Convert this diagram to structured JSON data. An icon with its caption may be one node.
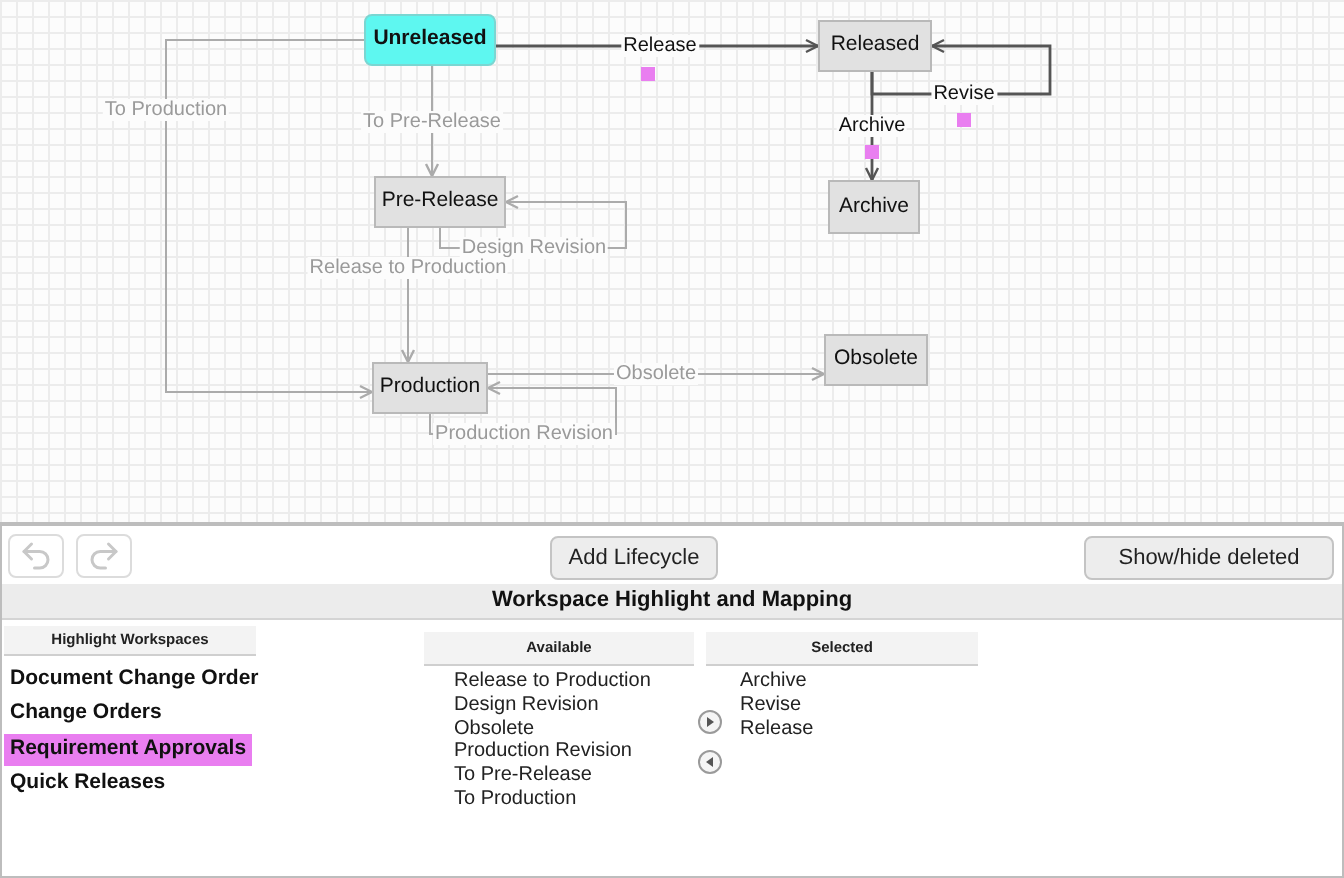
{
  "diagram": {
    "nodes": [
      {
        "text": [
          "Unreleased"
        ]
      },
      {
        "text": [
          "Released"
        ]
      },
      {
        "text": [
          "Archive"
        ]
      },
      {
        "text": [
          "Pre-Release"
        ]
      },
      {
        "text": [
          "Obsolete"
        ]
      },
      {
        "text": [
          "Production"
        ]
      }
    ],
    "edges": [
      {
        "from": 0,
        "to": 1,
        "arrow": "to",
        "label": "Release",
        "color": "#555555"
      },
      {
        "from": 1,
        "to": 1,
        "arrow": "to",
        "label": "Revise",
        "color": "#555555"
      },
      {
        "from": 1,
        "to": 2,
        "arrow": "to",
        "label": "Archive",
        "color": "#555555"
      },
      {
        "from": 0,
        "to": 3,
        "arrow": "to",
        "label": "To Pre-Release"
      },
      {
        "from": 0,
        "to": 5,
        "arrow": "to",
        "label": "To Production"
      },
      {
        "from": 3,
        "to": 3,
        "arrow": "to",
        "label": "Design Revision"
      },
      {
        "from": 3,
        "to": 5,
        "arrow": "to",
        "label": "Release to Production"
      },
      {
        "from": 5,
        "to": 4,
        "arrow": "to",
        "label": "Obsolete"
      },
      {
        "from": 5,
        "to": 5,
        "arrow": "to",
        "label": "Production Revision"
      }
    ],
    "labels": [
      "Add Lifecycle",
      "Show/hide deleted",
      "Workspace Highlight and Mapping",
      "Highlight Workspaces",
      "Document Change Order",
      "Change Orders",
      "Requirement Approvals",
      "Quick Releases",
      "Available",
      "Release to Production",
      "Design Revision",
      "Obsolete",
      "Production Revision",
      "To Pre-Release",
      "To Production",
      "Selected",
      "Archive",
      "Revise",
      "Release"
    ]
  }
}
